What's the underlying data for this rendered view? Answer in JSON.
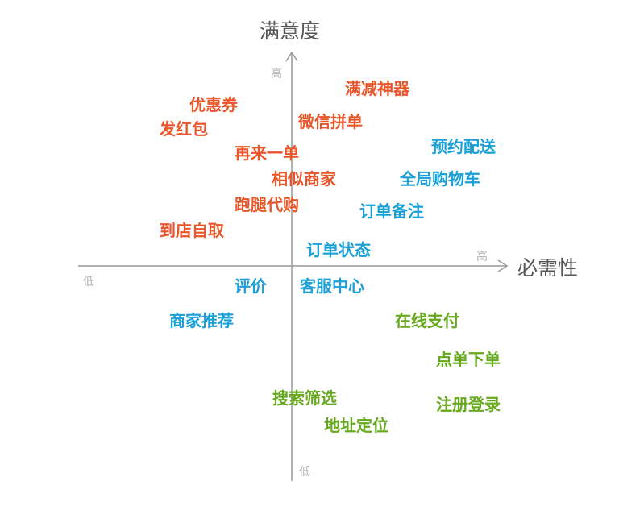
{
  "axes": {
    "y_title": "满意度",
    "x_title": "必需性",
    "y_high": "高",
    "y_low": "低",
    "x_high": "高",
    "x_low": "低"
  },
  "colors": {
    "orange": "#e8562a",
    "blue": "#1ba0d8",
    "green": "#66a81e"
  },
  "items": [
    {
      "label": "满减神器",
      "color": "orange"
    },
    {
      "label": "优惠券",
      "color": "orange"
    },
    {
      "label": "发红包",
      "color": "orange"
    },
    {
      "label": "微信拼单",
      "color": "orange"
    },
    {
      "label": "再来一单",
      "color": "orange"
    },
    {
      "label": "预约配送",
      "color": "blue"
    },
    {
      "label": "相似商家",
      "color": "orange"
    },
    {
      "label": "全局购物车",
      "color": "blue"
    },
    {
      "label": "跑腿代购",
      "color": "orange"
    },
    {
      "label": "订单备注",
      "color": "blue"
    },
    {
      "label": "到店自取",
      "color": "orange"
    },
    {
      "label": "订单状态",
      "color": "blue"
    },
    {
      "label": "评价",
      "color": "blue"
    },
    {
      "label": "客服中心",
      "color": "blue"
    },
    {
      "label": "商家推荐",
      "color": "blue"
    },
    {
      "label": "在线支付",
      "color": "green"
    },
    {
      "label": "点单下单",
      "color": "green"
    },
    {
      "label": "搜索筛选",
      "color": "green"
    },
    {
      "label": "注册登录",
      "color": "green"
    },
    {
      "label": "地址定位",
      "color": "green"
    }
  ]
}
